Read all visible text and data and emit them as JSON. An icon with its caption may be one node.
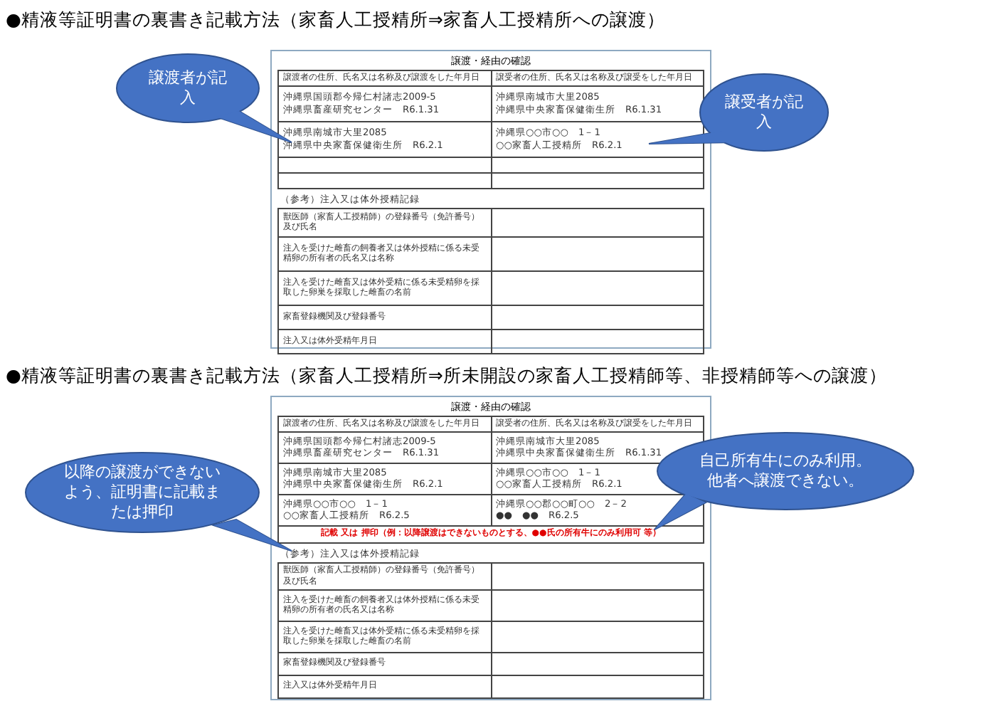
{
  "diagram": {
    "nodes": [
      {
        "text": [
          "譲渡者が記入"
        ]
      },
      {
        "text": [
          "譲受者が記入"
        ]
      },
      {
        "text": [
          "以降の譲渡ができないよう、証明書に記載または押印"
        ]
      },
      {
        "text": [
          "自己所有牛にのみ利用。他者へ譲渡できない。"
        ]
      }
    ],
    "edges": [],
    "labels": [
      "●精液等証明書の裏書き記載方法（家畜人工授精所⇒家畜人工授精所への譲渡）",
      "譲渡・経由の確認",
      "譲渡者の住所、氏名又は名称及び譲渡をした年月日",
      "譲受者の住所、氏名又は名称及び譲受をした年月日",
      "沖縄県国頭郡今帰仁村諸志2009-5",
      "沖縄県畜産研究センター　R6.1.31",
      "沖縄県南城市大里2085",
      "沖縄県中央家畜保健衛生所　R6.1.31",
      "沖縄県南城市大里2085",
      "沖縄県中央家畜保健衛生所　R6.2.1",
      "沖縄県○○市○○　1－1",
      "○○家畜人工授精所　R6.2.1",
      "（参考）注入又は体外授精記録",
      "獣医師（家畜人工授精師）の登録番号（免許番号）及び氏名",
      "注入を受けた雌畜の飼養者又は体外授精に係る未受精卵の所有者の氏名又は名称",
      "注入を受けた雌畜又は体外受精に係る未受精卵を採取した卵巣を採取した雌畜の名前",
      "家畜登録機関及び登録番号",
      "注入又は体外受精年月日",
      "●精液等証明書の裏書き記載方法（家畜人工授精所⇒所未開設の家畜人工授精師等、非授精師等への譲渡）",
      "譲渡・経由の確認",
      "譲渡者の住所、氏名又は名称及び譲渡をした年月日",
      "譲受者の住所、氏名又は名称及び譲受をした年月日",
      "沖縄県国頭郡今帰仁村諸志2009-5",
      "沖縄県畜産研究センター　R6.1.31",
      "沖縄県南城市大里2085",
      "沖縄県中央家畜保健衛生所　R6.1.31",
      "沖縄県南城市大里2085",
      "沖縄県中央家畜保健衛生所　R6.2.1",
      "沖縄県○○市○○　1－1",
      "○○家畜人工授精所　R6.2.1",
      "沖縄県○○市○○　1－1",
      "○○家畜人工授精所　R6.2.5",
      "沖縄県○○郡○○町○○　2－2",
      "●●　●●　R6.2.5",
      "記載 又は 押印（例：以降譲渡はできないものとする、●●氏の所有牛にのみ利用可 等）",
      "（参考）注入又は体外授精記録",
      "獣医師（家畜人工授精師）の登録番号（免許番号）及び氏名",
      "注入を受けた雌畜の飼養者又は体外授精に係る未受精卵の所有者の氏名又は名称",
      "注入を受けた雌畜又は体外受精に係る未受精卵を採取した卵巣を採取した雌畜の名前",
      "家畜登録機関及び登録番号",
      "注入又は体外受精年月日"
    ]
  }
}
